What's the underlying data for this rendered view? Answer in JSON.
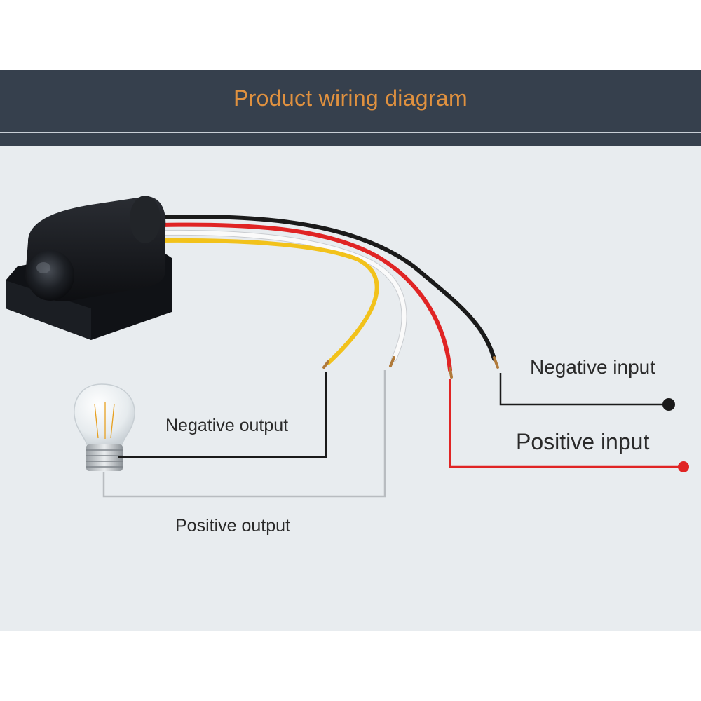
{
  "header": {
    "title": "Product wiring diagram"
  },
  "labels": {
    "negative_input": "Negative input",
    "positive_input": "Positive input",
    "negative_output": "Negative output",
    "positive_output": "Positive output"
  },
  "components": {
    "sensor": "pir-motion-sensor-icon",
    "bulb": "light-bulb-icon"
  },
  "colors": {
    "title": "#e0913f",
    "header_background": "#36404d",
    "panel_background": "#e8ecef",
    "wire_black": "#1a1a1a",
    "wire_red": "#e02424",
    "wire_white": "#f5f5f5",
    "wire_yellow": "#f2c21b",
    "positive_output_line": "#b8bcc0"
  }
}
